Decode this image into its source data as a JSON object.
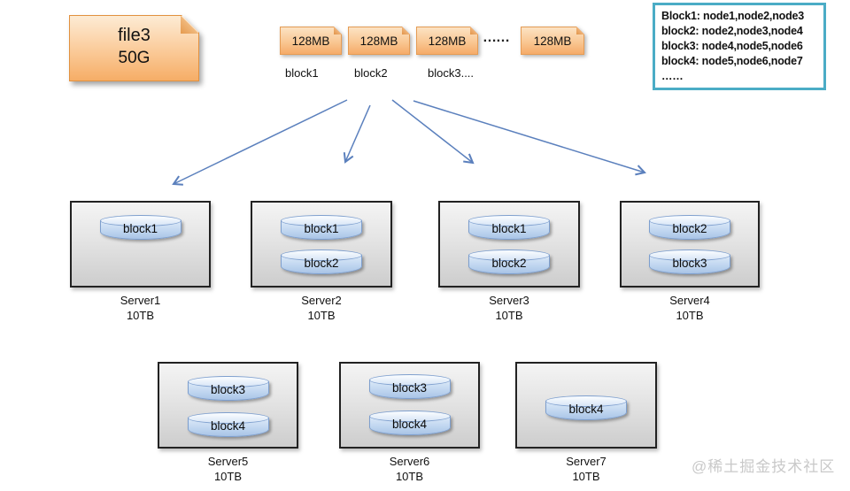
{
  "file": {
    "name": "file3",
    "size": "50G"
  },
  "blocks_row": {
    "chunks": [
      "128MB",
      "128MB",
      "128MB",
      "128MB"
    ],
    "ellipsis": "……",
    "captions": [
      "block1",
      "block2",
      "block3...."
    ]
  },
  "legend": {
    "lines": [
      "Block1: node1,node2,node3",
      "block2: node2,node3,node4",
      "block3: node4,node5,node6",
      "block4: node5,node6,node7",
      "……"
    ]
  },
  "servers": [
    {
      "name": "Server1",
      "capacity": "10TB",
      "blocks": [
        "block1"
      ]
    },
    {
      "name": "Server2",
      "capacity": "10TB",
      "blocks": [
        "block1",
        "block2"
      ]
    },
    {
      "name": "Server3",
      "capacity": "10TB",
      "blocks": [
        "block1",
        "block2"
      ]
    },
    {
      "name": "Server4",
      "capacity": "10TB",
      "blocks": [
        "block2",
        "block3"
      ]
    },
    {
      "name": "Server5",
      "capacity": "10TB",
      "blocks": [
        "block3",
        "block4"
      ]
    },
    {
      "name": "Server6",
      "capacity": "10TB",
      "blocks": [
        "block3",
        "block4"
      ]
    },
    {
      "name": "Server7",
      "capacity": "10TB",
      "blocks": [
        "block4"
      ]
    }
  ],
  "watermark": "@稀土掘金技术社区",
  "colors": {
    "file_fill": "#f9c793",
    "file_border": "#e2913f",
    "cylinder_fill": "#bdd4ef",
    "cylinder_border": "#7e9fce",
    "server_fill": "#dcdcdc",
    "server_border": "#222222",
    "arrow": "#5b80bd",
    "legend_border": "#4bacc6",
    "watermark": "#c9c9c9"
  }
}
